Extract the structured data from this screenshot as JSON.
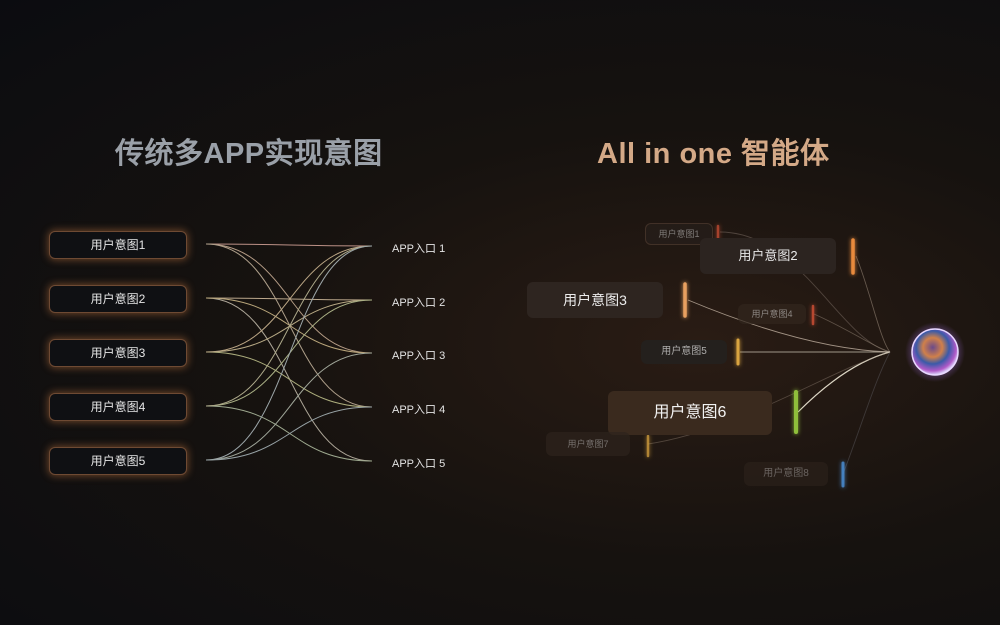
{
  "left_title": "传统多APP实现意图",
  "right_title": "All in one 智能体",
  "left_intents": [
    "用户意图1",
    "用户意图2",
    "用户意图3",
    "用户意图4",
    "用户意图5"
  ],
  "app_entries": [
    "APP入口 1",
    "APP入口 2",
    "APP入口 3",
    "APP入口 4",
    "APP入口 5"
  ],
  "right_intents": [
    "用户意图1",
    "用户意图2",
    "用户意图3",
    "用户意图4",
    "用户意图5",
    "用户意图6",
    "用户意图7",
    "用户意图8"
  ],
  "colors": {
    "red": "#e0553a",
    "orange": "#e88a3c",
    "yellow": "#d9a441",
    "green": "#8fbf3a",
    "blue": "#4a8fd6",
    "accent": "#d4a987"
  }
}
